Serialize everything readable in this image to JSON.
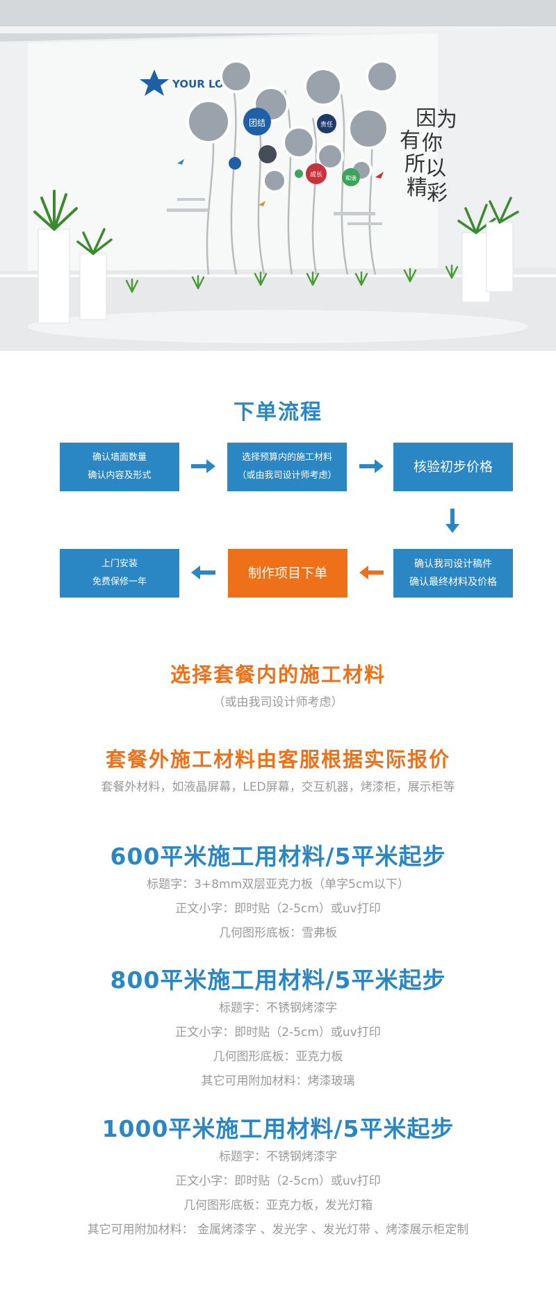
{
  "hero": {
    "logo_text": "YOUR LOGO",
    "bubble_labels": [
      "团结",
      "责任",
      "成长",
      "和谐"
    ],
    "slogan_chars": [
      "因",
      "为",
      "有",
      "你",
      "所",
      "以",
      "精",
      "彩"
    ],
    "colors": {
      "blue": "#1e5fa8",
      "red": "#c8323c",
      "green": "#3aa55a",
      "wall": "#f4f5f6"
    }
  },
  "flow": {
    "title": "下单流程",
    "steps": [
      {
        "lines": [
          "确认墙面数量",
          "确认内容及形式"
        ]
      },
      {
        "lines": [
          "选择预算内的施工材料",
          "（或由我司设计师考虑）"
        ]
      },
      {
        "lines": [
          "核验初步价格"
        ]
      },
      {
        "lines": [
          "确认我司设计稿件",
          "确认最终材料及价格"
        ]
      },
      {
        "lines": [
          "制作项目下单"
        ]
      },
      {
        "lines": [
          "上门安装",
          "免费保修一年"
        ]
      }
    ],
    "colors": {
      "blue": "#2a87c4",
      "orange": "#ee7018"
    }
  },
  "materials": {
    "title": "选择套餐内的施工材料",
    "subtitle": "（或由我司设计师考虑）"
  },
  "extra": {
    "title": "套餐外施工材料由客服根据实际报价",
    "subtitle": "套餐外材料，如液晶屏幕，LED屏幕，交互机器，烤漆柜，展示柜等"
  },
  "packages": [
    {
      "title": "600平米施工用材料/5平米起步",
      "lines": [
        "标题字：3+8mm双层亚克力板（单字5cm以下）",
        "正文小字：即时贴（2-5cm）或uv打印",
        "几何图形底板：雪弗板"
      ]
    },
    {
      "title": "800平米施工用材料/5平米起步",
      "lines": [
        "标题字：不锈钢烤漆字",
        "正文小字：即时贴（2-5cm）或uv打印",
        "几何图形底板：亚克力板",
        "其它可用附加材料：烤漆玻璃"
      ]
    },
    {
      "title": "1000平米施工用材料/5平米起步",
      "lines": [
        "标题字：不锈钢烤漆字",
        "正文小字：即时贴（2-5cm）或uv打印",
        "几何图形底板：亚克力板，发光灯箱",
        "其它可用附加材料： 金属烤漆字 、发光字 、发光灯带 、烤漆展示柜定制"
      ]
    }
  ]
}
